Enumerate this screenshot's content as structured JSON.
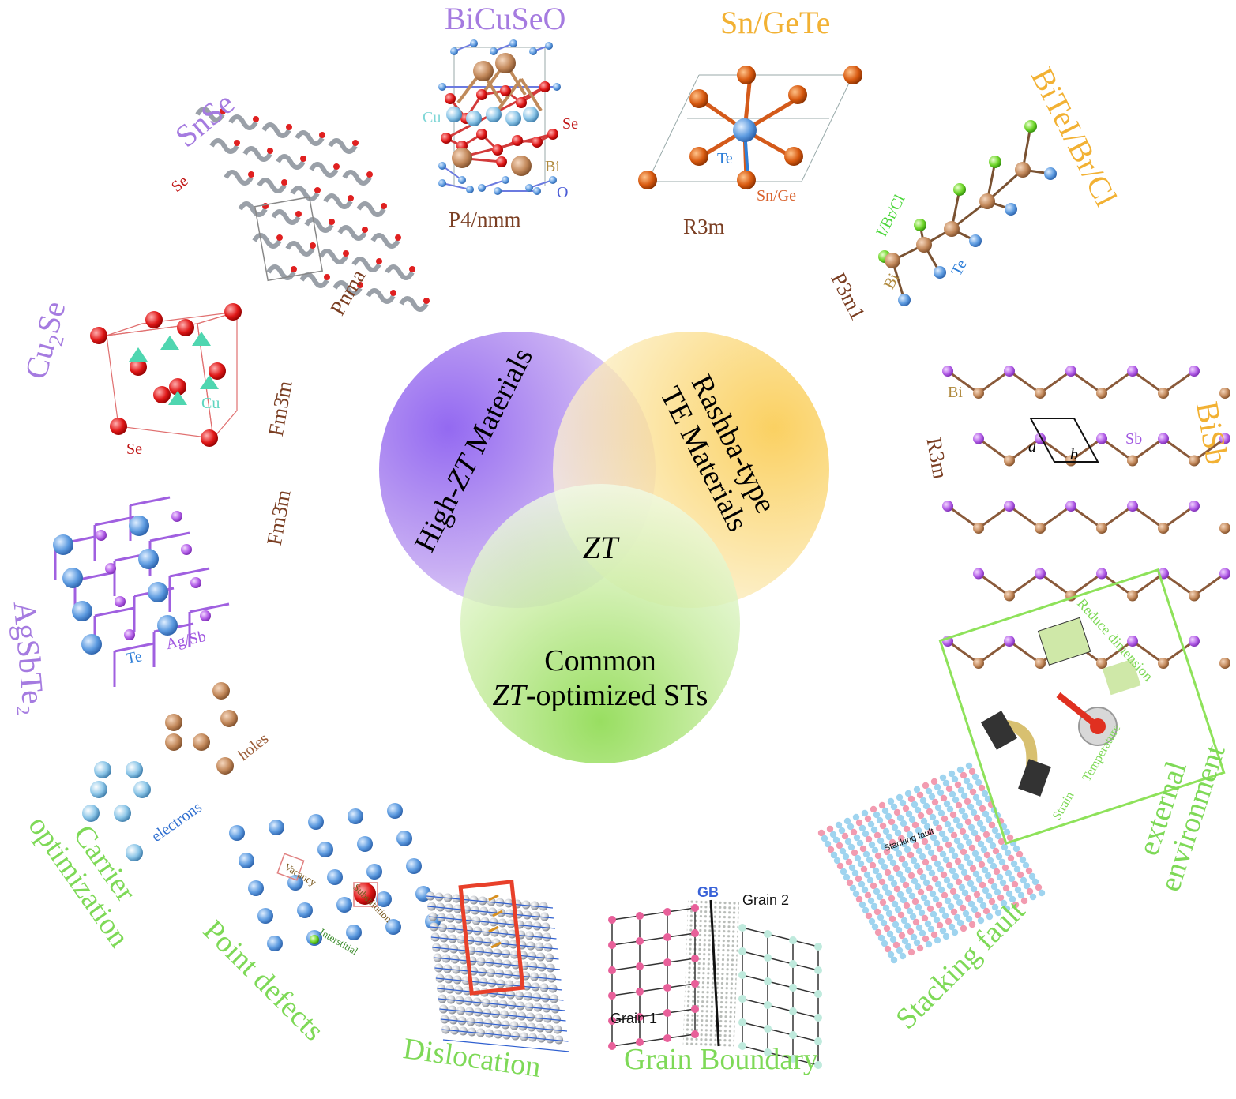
{
  "venn": {
    "high_zt": {
      "pre": "High-",
      "em": "ZT",
      "post": " Materials"
    },
    "rashba_line1": "Rashba-type",
    "rashba_line2": "TE Materials",
    "common_line1": "Common",
    "common_line2_em": "ZT",
    "common_line2_post": "-optimized STs",
    "center": "ZT",
    "colors": {
      "purple": "#8a5cf0",
      "yellow": "#f9c12e",
      "green": "#7fd63a"
    }
  },
  "materials": {
    "bicuseo": {
      "title": "BiCuSeO",
      "space_group": "P4/nmm",
      "atoms": [
        "Cu",
        "Se",
        "Bi",
        "O"
      ]
    },
    "sngete": {
      "title": "Sn/GeTe",
      "space_group": "R3m",
      "atoms": [
        "Te",
        "Sn/Ge"
      ]
    },
    "biteix": {
      "title": "BiTeI/Br/Cl",
      "space_group": "P3m1",
      "atoms": [
        "I/Br/Cl",
        "Bi",
        "Te"
      ]
    },
    "bisb": {
      "title": "BiSb",
      "space_group": "R3m",
      "atoms": [
        "Bi",
        "Sb",
        "a",
        "b"
      ]
    },
    "snse": {
      "title": "SnSe",
      "space_group": "Pnma",
      "atoms": [
        "Se"
      ]
    },
    "cu2se": {
      "title_pre": "Cu",
      "title_sub": "2",
      "title_post": "Se",
      "space_group": "Fm3̄m",
      "atoms": [
        "Cu",
        "Se"
      ]
    },
    "agsbte2": {
      "title": "AgSbTe₂",
      "space_group": "Fm3̄m",
      "atoms": [
        "Te",
        "Ag/Sb"
      ]
    }
  },
  "strategies": {
    "carrier": {
      "line1": "Carrier",
      "line2": "optimization",
      "holes": "holes",
      "electrons": "electrons"
    },
    "point_defects": {
      "title": "Point defects",
      "vacancy": "Vacancy",
      "substitution": "Substitution",
      "interstitial": "Interstitial"
    },
    "dislocation": {
      "title": "Dislocation"
    },
    "grain_boundary": {
      "title": "Grain Boundary",
      "gb": "GB",
      "grain1": "Grain 1",
      "grain2": "Grain 2"
    },
    "stacking_fault": {
      "title": "Stacking fault",
      "inner": "Stacking fault"
    },
    "external": {
      "line1": "external",
      "line2": "environment",
      "reduce": "Reduce dimension",
      "temperature": "Temperature",
      "strain": "Strain"
    }
  }
}
